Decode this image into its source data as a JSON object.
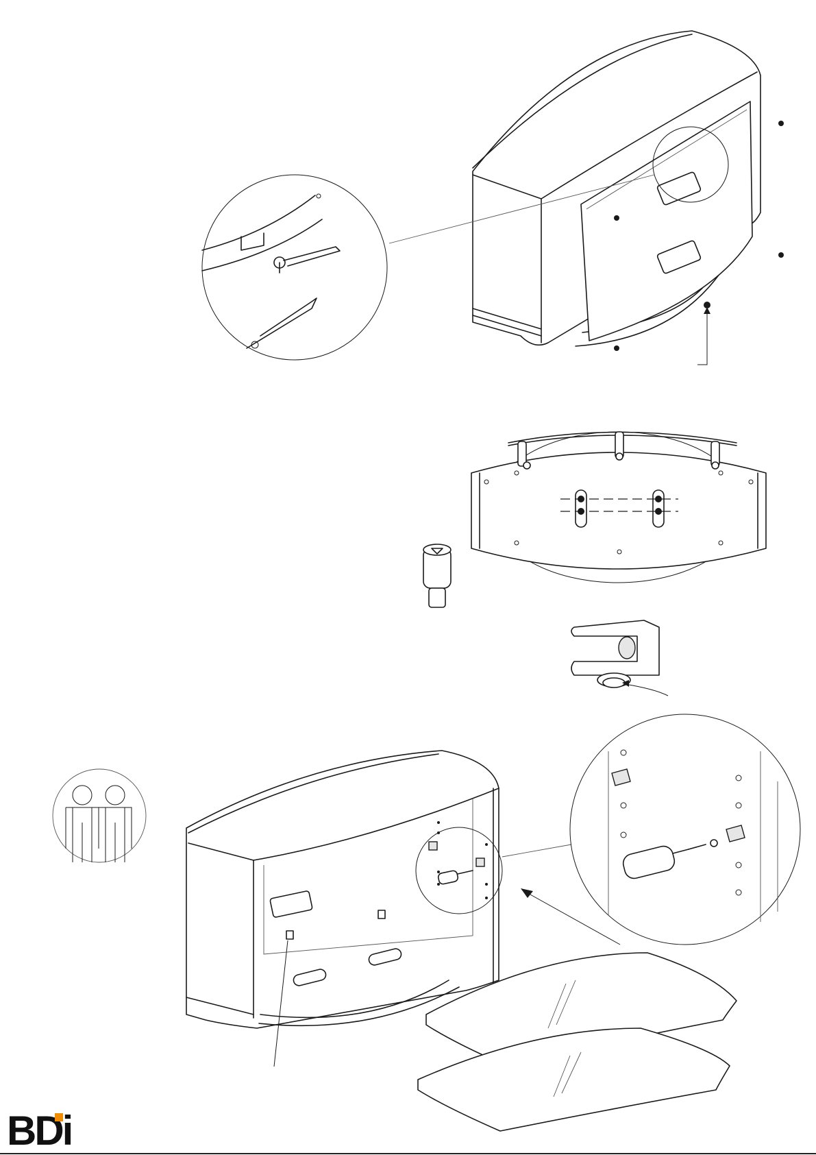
{
  "brand": {
    "logo_text": "BDi",
    "accent_color": "#f28c00",
    "ink_color": "#1a1a1a"
  },
  "figures": [
    {
      "id": "back-panel-install",
      "icon": "allen-key-icon"
    },
    {
      "id": "base-underside-with-glides",
      "icon": "glide-foot-icon"
    },
    {
      "id": "glass-shelf-install",
      "icon": "screwdriver-icon"
    }
  ],
  "two_person_icon": "two-person-lift-icon"
}
